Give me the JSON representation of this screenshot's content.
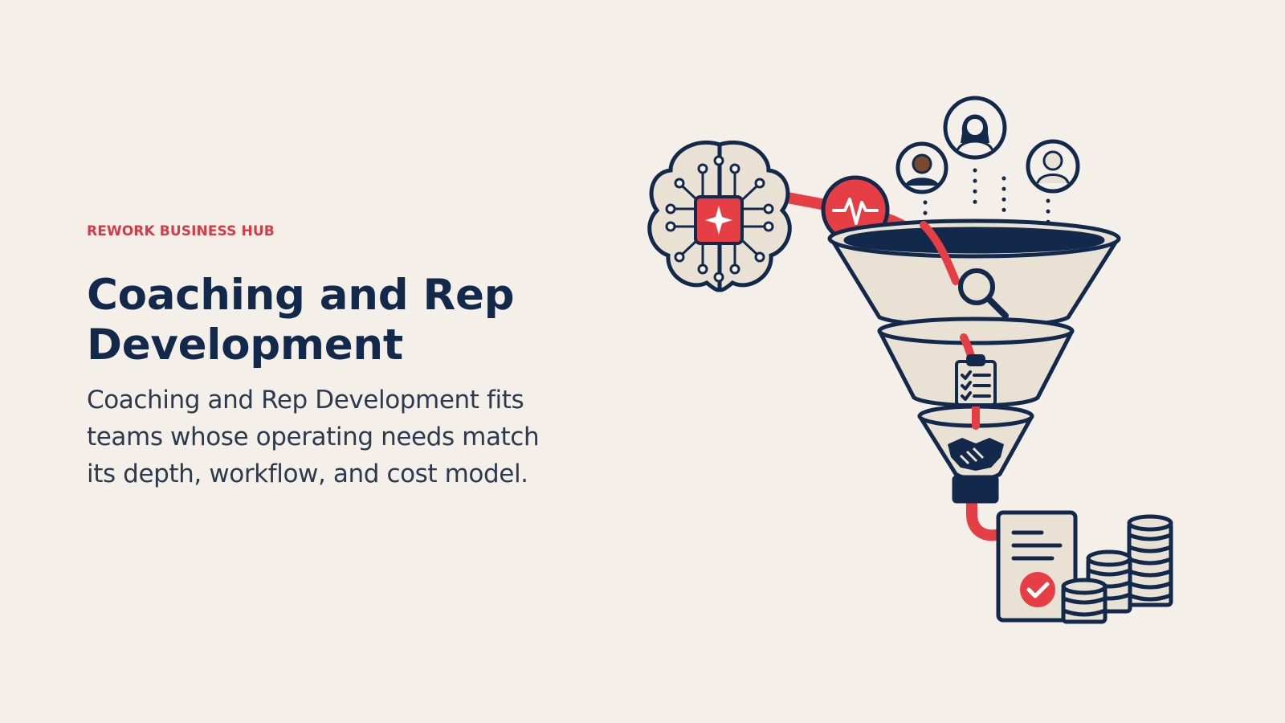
{
  "slide": {
    "eyebrow": "REWORK BUSINESS HUB",
    "title": "Coaching and Rep Development",
    "description": "Coaching and Rep Development fits teams whose operating needs match its depth, workflow, and cost model."
  },
  "illustration": {
    "icons": [
      "ai-brain-icon",
      "pulse-icon",
      "person-icon",
      "woman-icon",
      "user-icon",
      "funnel-icon",
      "search-icon",
      "clipboard-checklist-icon",
      "handshake-icon",
      "approved-document-icon",
      "coin-stack-icon"
    ]
  },
  "colors": {
    "background": "#f4f0e9",
    "accent": "#e53e45",
    "navy": "#13294b",
    "funnel_fill": "#e9e1d4"
  }
}
